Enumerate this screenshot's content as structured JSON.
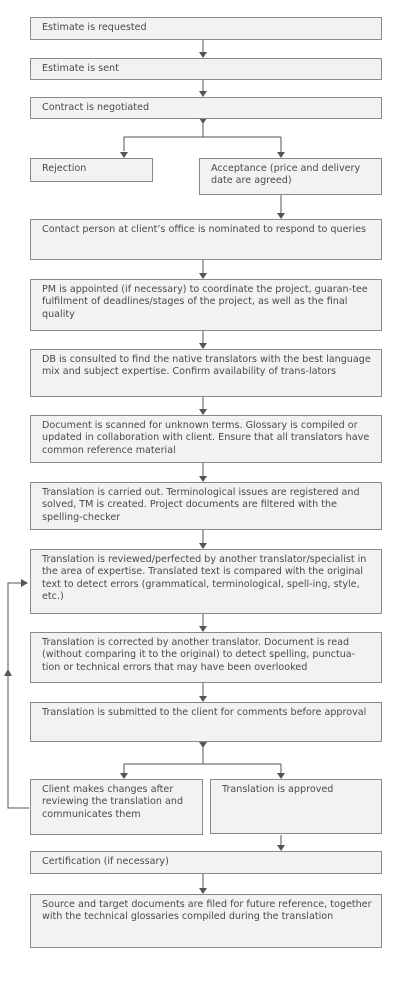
{
  "colors": {
    "box_fill": "#f2f2f2",
    "box_border": "#8a8a8a",
    "text": "#4a4a4a",
    "arrow": "#555555"
  },
  "steps": {
    "estimate_requested": "Estimate is requested",
    "estimate_sent": "Estimate is sent",
    "contract_negotiated": "Contract is negotiated",
    "rejection": "Rejection",
    "acceptance": "Acceptance (price and delivery date are agreed)",
    "contact_person": "Contact person at client’s office is nominated to respond to queries",
    "pm_appointed": "PM is appointed (if necessary) to coordinate the project, guaran-tee fulfilment of deadlines/stages of the project, as well as the final quality",
    "db_consulted": "DB is consulted to find the native translators with the best language mix and subject expertise. Confirm availability of trans-lators",
    "document_scanned": "Document is scanned for unknown terms. Glossary is compiled or updated in collaboration with client. Ensure that all translators have common reference material",
    "translation_carried_out": "Translation is carried out. Terminological issues are registered and solved, TM is created. Project documents are filtered with the spelling-checker",
    "translation_reviewed": "Translation is reviewed/perfected by another translator/specialist in the area of expertise. Translated text is compared with the original text to detect errors (grammatical, terminological, spell-ing, style, etc.)",
    "translation_corrected": "Translation is corrected by another translator. Document is read (without comparing it to the original) to detect spelling, punctua-tion or technical errors that may have been overlooked",
    "translation_submitted": "Translation is submitted to the client for comments before approval",
    "client_changes": "Client makes changes after reviewing the translation and communicates them",
    "translation_approved": "Translation is approved",
    "certification": "Certification (if necessary)",
    "documents_filed": "Source and target documents are filed for future reference, together with the technical glossaries compiled during the translation"
  }
}
